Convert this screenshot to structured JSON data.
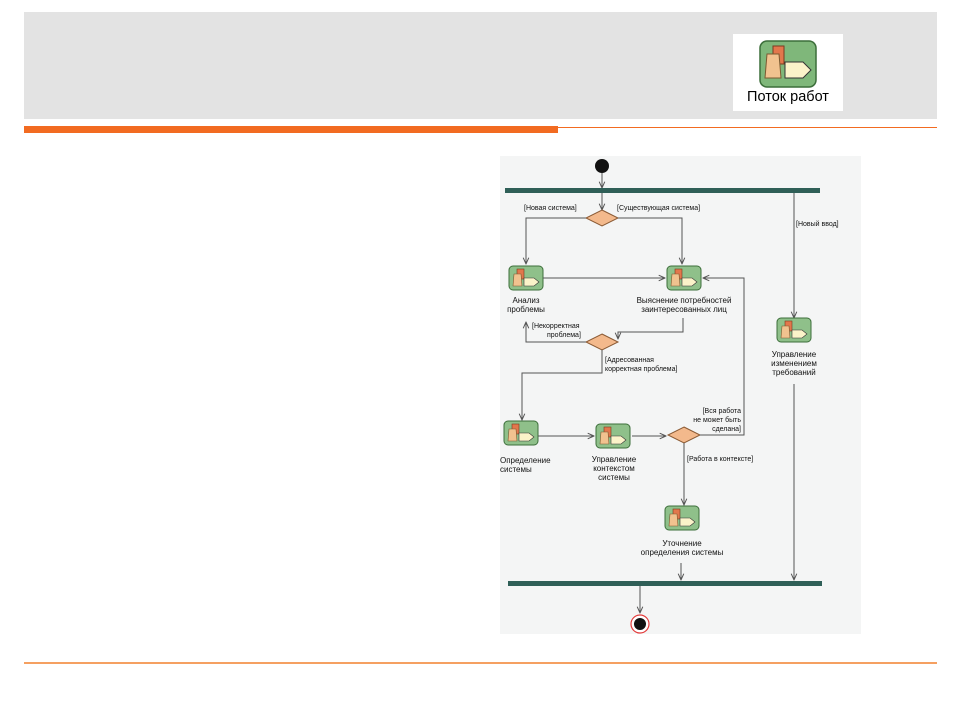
{
  "header": {
    "badge_label": "Поток работ",
    "badge_icon": "workflow-icon"
  },
  "diagram": {
    "guards": {
      "new_system": "[Новая система]",
      "existing_system": "[Существующая система]",
      "new_input": "[Новый ввод]",
      "incorrect_1": "[Некорректная",
      "incorrect_2": "проблема]",
      "addressed_1": "[Адресованная",
      "addressed_2": "корректная проблема]",
      "all_work_1": "[Вся работа",
      "all_work_2": "не может быть",
      "all_work_3": "сделана]",
      "in_context": "[Работа в контексте]"
    },
    "activities": {
      "analysis": [
        "Анализ",
        "проблемы"
      ],
      "needs": [
        "Выяснение потребностей",
        "заинтересованных лиц"
      ],
      "change_mgmt": [
        "Управление",
        "изменением",
        "требований"
      ],
      "definition": [
        "Определение",
        "системы"
      ],
      "scope": [
        "Управление",
        "контекстом",
        "системы"
      ],
      "refine": [
        "Уточнение",
        "определения системы"
      ]
    },
    "colors": {
      "bar": "#2f5f57",
      "decision": "#f3b98c",
      "activity_fill": "#8fc08a",
      "arrow": "#555555"
    }
  }
}
